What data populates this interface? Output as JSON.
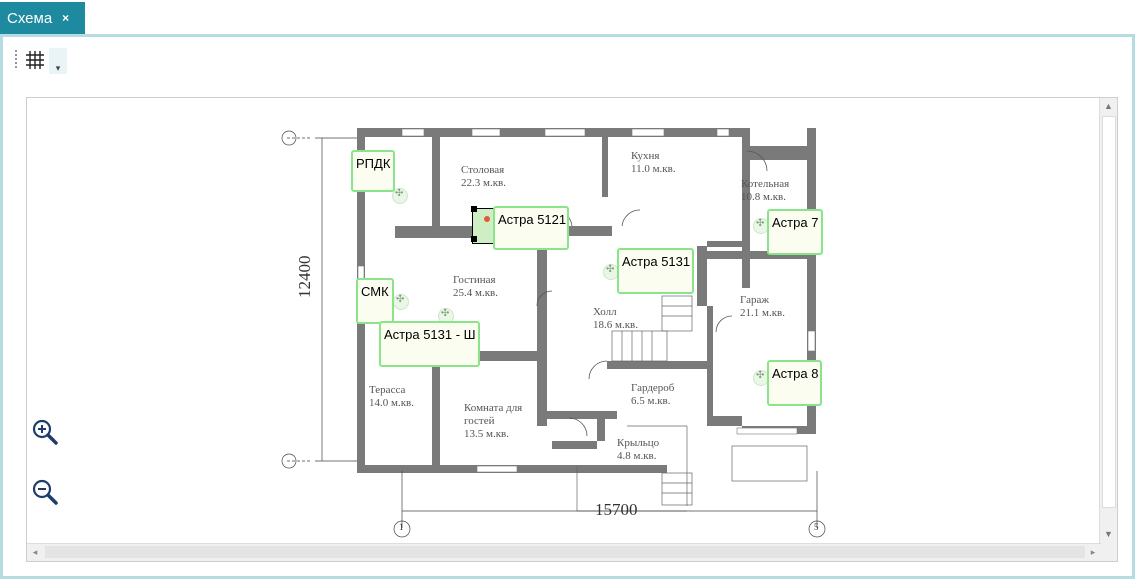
{
  "tab": {
    "title": "Схема",
    "close_glyph": "×"
  },
  "toolbar": {
    "grid_icon": "grid-icon",
    "dropdown_icon": "chevron-down-icon"
  },
  "zoom": {
    "in_icon": "zoom-in-icon",
    "out_icon": "zoom-out-icon"
  },
  "plan": {
    "rooms": [
      {
        "name": "Столовая",
        "area": "22.3 м.кв."
      },
      {
        "name": "Кухня",
        "area": "11.0 м.кв."
      },
      {
        "name": "Котельная",
        "area": "10.8 м.кв."
      },
      {
        "name": "Гостиная",
        "area": "25.4 м.кв."
      },
      {
        "name": "Холл",
        "area": "18.6 м.кв."
      },
      {
        "name": "Гараж",
        "area": "21.1 м.кв."
      },
      {
        "name": "Терасса",
        "area": "14.0 м.кв."
      },
      {
        "name": "Комната для гостей",
        "area": "13.5 м.кв."
      },
      {
        "name": "Гардероб",
        "area": "6.5 м.кв."
      },
      {
        "name": "Крыльцо",
        "area": "4.8 м.кв."
      }
    ],
    "dim_vertical": "12400",
    "dim_horizontal": "15700",
    "axis_marks": [
      "1",
      "5"
    ]
  },
  "sensors": [
    {
      "label": "РПДК"
    },
    {
      "label": "Астра 5121"
    },
    {
      "label": "Астра 7"
    },
    {
      "label": "Астра 5131"
    },
    {
      "label": "СМК"
    },
    {
      "label": "Астра 5131 - Ш"
    },
    {
      "label": "Астра 8"
    }
  ],
  "colors": {
    "tab": "#1e8aa0",
    "panel_border": "#b5dbe3",
    "wall": "#7a7a7a",
    "sensor_border": "#8ae58a"
  }
}
